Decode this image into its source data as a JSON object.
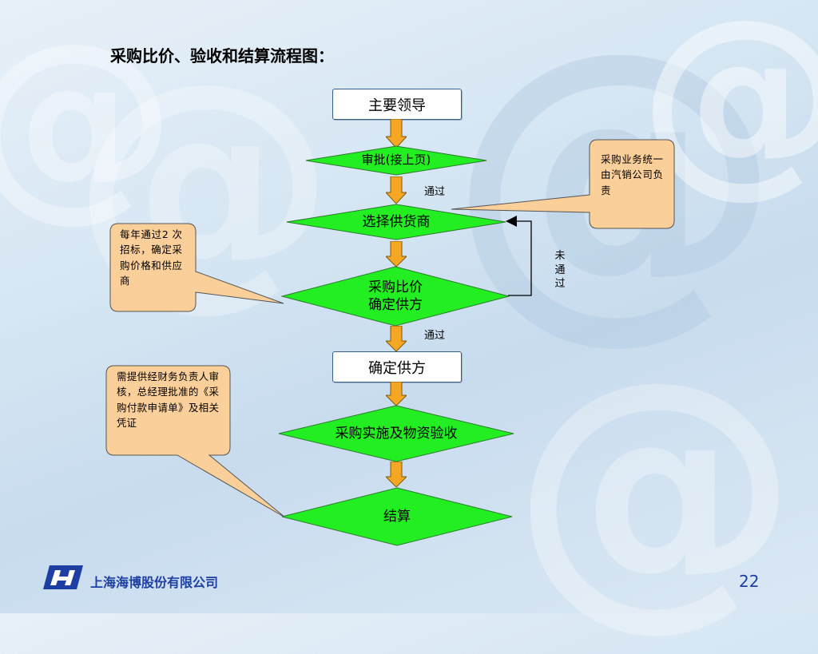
{
  "title": "采购比价、验收和结算流程图：",
  "nodes": {
    "leader": "主要领导",
    "approve": "审批(接上页)",
    "select_supplier": "选择供货商",
    "compare": "采购比价\n确定供方",
    "confirm": "确定供方",
    "implement": "采购实施及物资验收",
    "settle": "结算"
  },
  "edge_labels": {
    "pass1": "通过",
    "pass2": "通过",
    "fail": "未通过"
  },
  "callouts": {
    "unified": "采购业务统一由汽销公司负责",
    "yearly": "每年通过2 次招标，确定采购价格和供应商",
    "finance": "需提供经财务负责人审核，总经理批准的《采购付款申请单》及相关凭证"
  },
  "footer": {
    "company": "上海海博股份有限公司",
    "page": "22"
  },
  "colors": {
    "diamond_fill": "#22ee22",
    "arrow_fill": "#f5a623",
    "callout_fill": "#fbcf9a",
    "footer_blue": "#1d3fa3"
  }
}
